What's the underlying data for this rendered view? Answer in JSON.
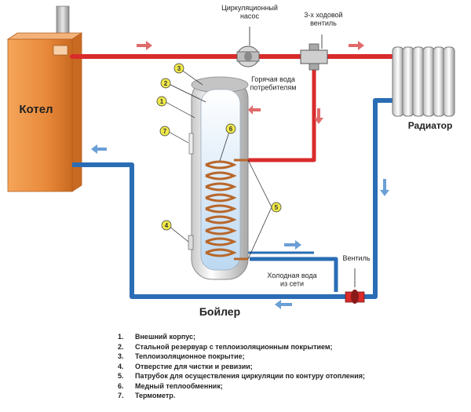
{
  "labels": {
    "boiler_source": "Котел",
    "boiler_tank": "Бойлер",
    "radiator": "Радиатор",
    "pump": "Циркуляционный\nнасос",
    "three_way_valve": "3-х ходовой\nвентиль",
    "hot_water": "Горячая вода\nпотребителям",
    "cold_water": "Холодная вода\nиз сети",
    "valve": "Вентиль"
  },
  "callouts": [
    "3",
    "2",
    "1",
    "7",
    "6",
    "5",
    "4"
  ],
  "legend": [
    {
      "num": "1.",
      "text": "Внешний корпус;"
    },
    {
      "num": "2.",
      "text": "Стальной резервуар с теплоизоляционным покрытием;"
    },
    {
      "num": "3.",
      "text": "Теплоизоляционное покрытие;"
    },
    {
      "num": "4.",
      "text": "Отверстие для чистки и ревизии;"
    },
    {
      "num": "5.",
      "text": "Патрубок для осуществления циркуляции по контуру отопления;"
    },
    {
      "num": "6.",
      "text": "Медный теплообменник;"
    },
    {
      "num": "7.",
      "text": "Термометр."
    }
  ],
  "colors": {
    "hot_pipe": "#d92b2b",
    "cold_pipe": "#2a6db5",
    "boiler_body": "#e8893a",
    "callout_fill": "#f0e94a",
    "coil": "#b8672a"
  }
}
